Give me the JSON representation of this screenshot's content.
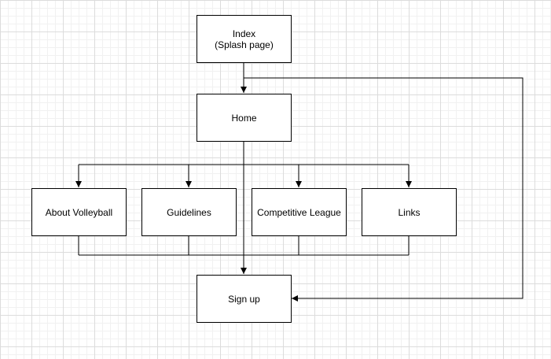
{
  "diagram": {
    "nodes": {
      "index": {
        "label": "Index\n(Splash page)"
      },
      "home": {
        "label": "Home"
      },
      "about": {
        "label": "About Volleyball"
      },
      "guidelines": {
        "label": "Guidelines"
      },
      "competitive": {
        "label": "Competitive League"
      },
      "links": {
        "label": "Links"
      },
      "signup": {
        "label": "Sign up"
      }
    },
    "edges": [
      {
        "from": "index",
        "to": "home",
        "arrow": true
      },
      {
        "from": "index",
        "to": "signup",
        "arrow": true
      },
      {
        "from": "home",
        "to": "about",
        "arrow": true
      },
      {
        "from": "home",
        "to": "guidelines",
        "arrow": true
      },
      {
        "from": "home",
        "to": "competitive",
        "arrow": true
      },
      {
        "from": "home",
        "to": "links",
        "arrow": true
      },
      {
        "from": "home",
        "to": "signup",
        "arrow": true
      },
      {
        "from": "about",
        "to": "signup",
        "arrow": false
      },
      {
        "from": "guidelines",
        "to": "signup",
        "arrow": false
      },
      {
        "from": "competitive",
        "to": "signup",
        "arrow": false
      },
      {
        "from": "links",
        "to": "signup",
        "arrow": false
      }
    ]
  }
}
